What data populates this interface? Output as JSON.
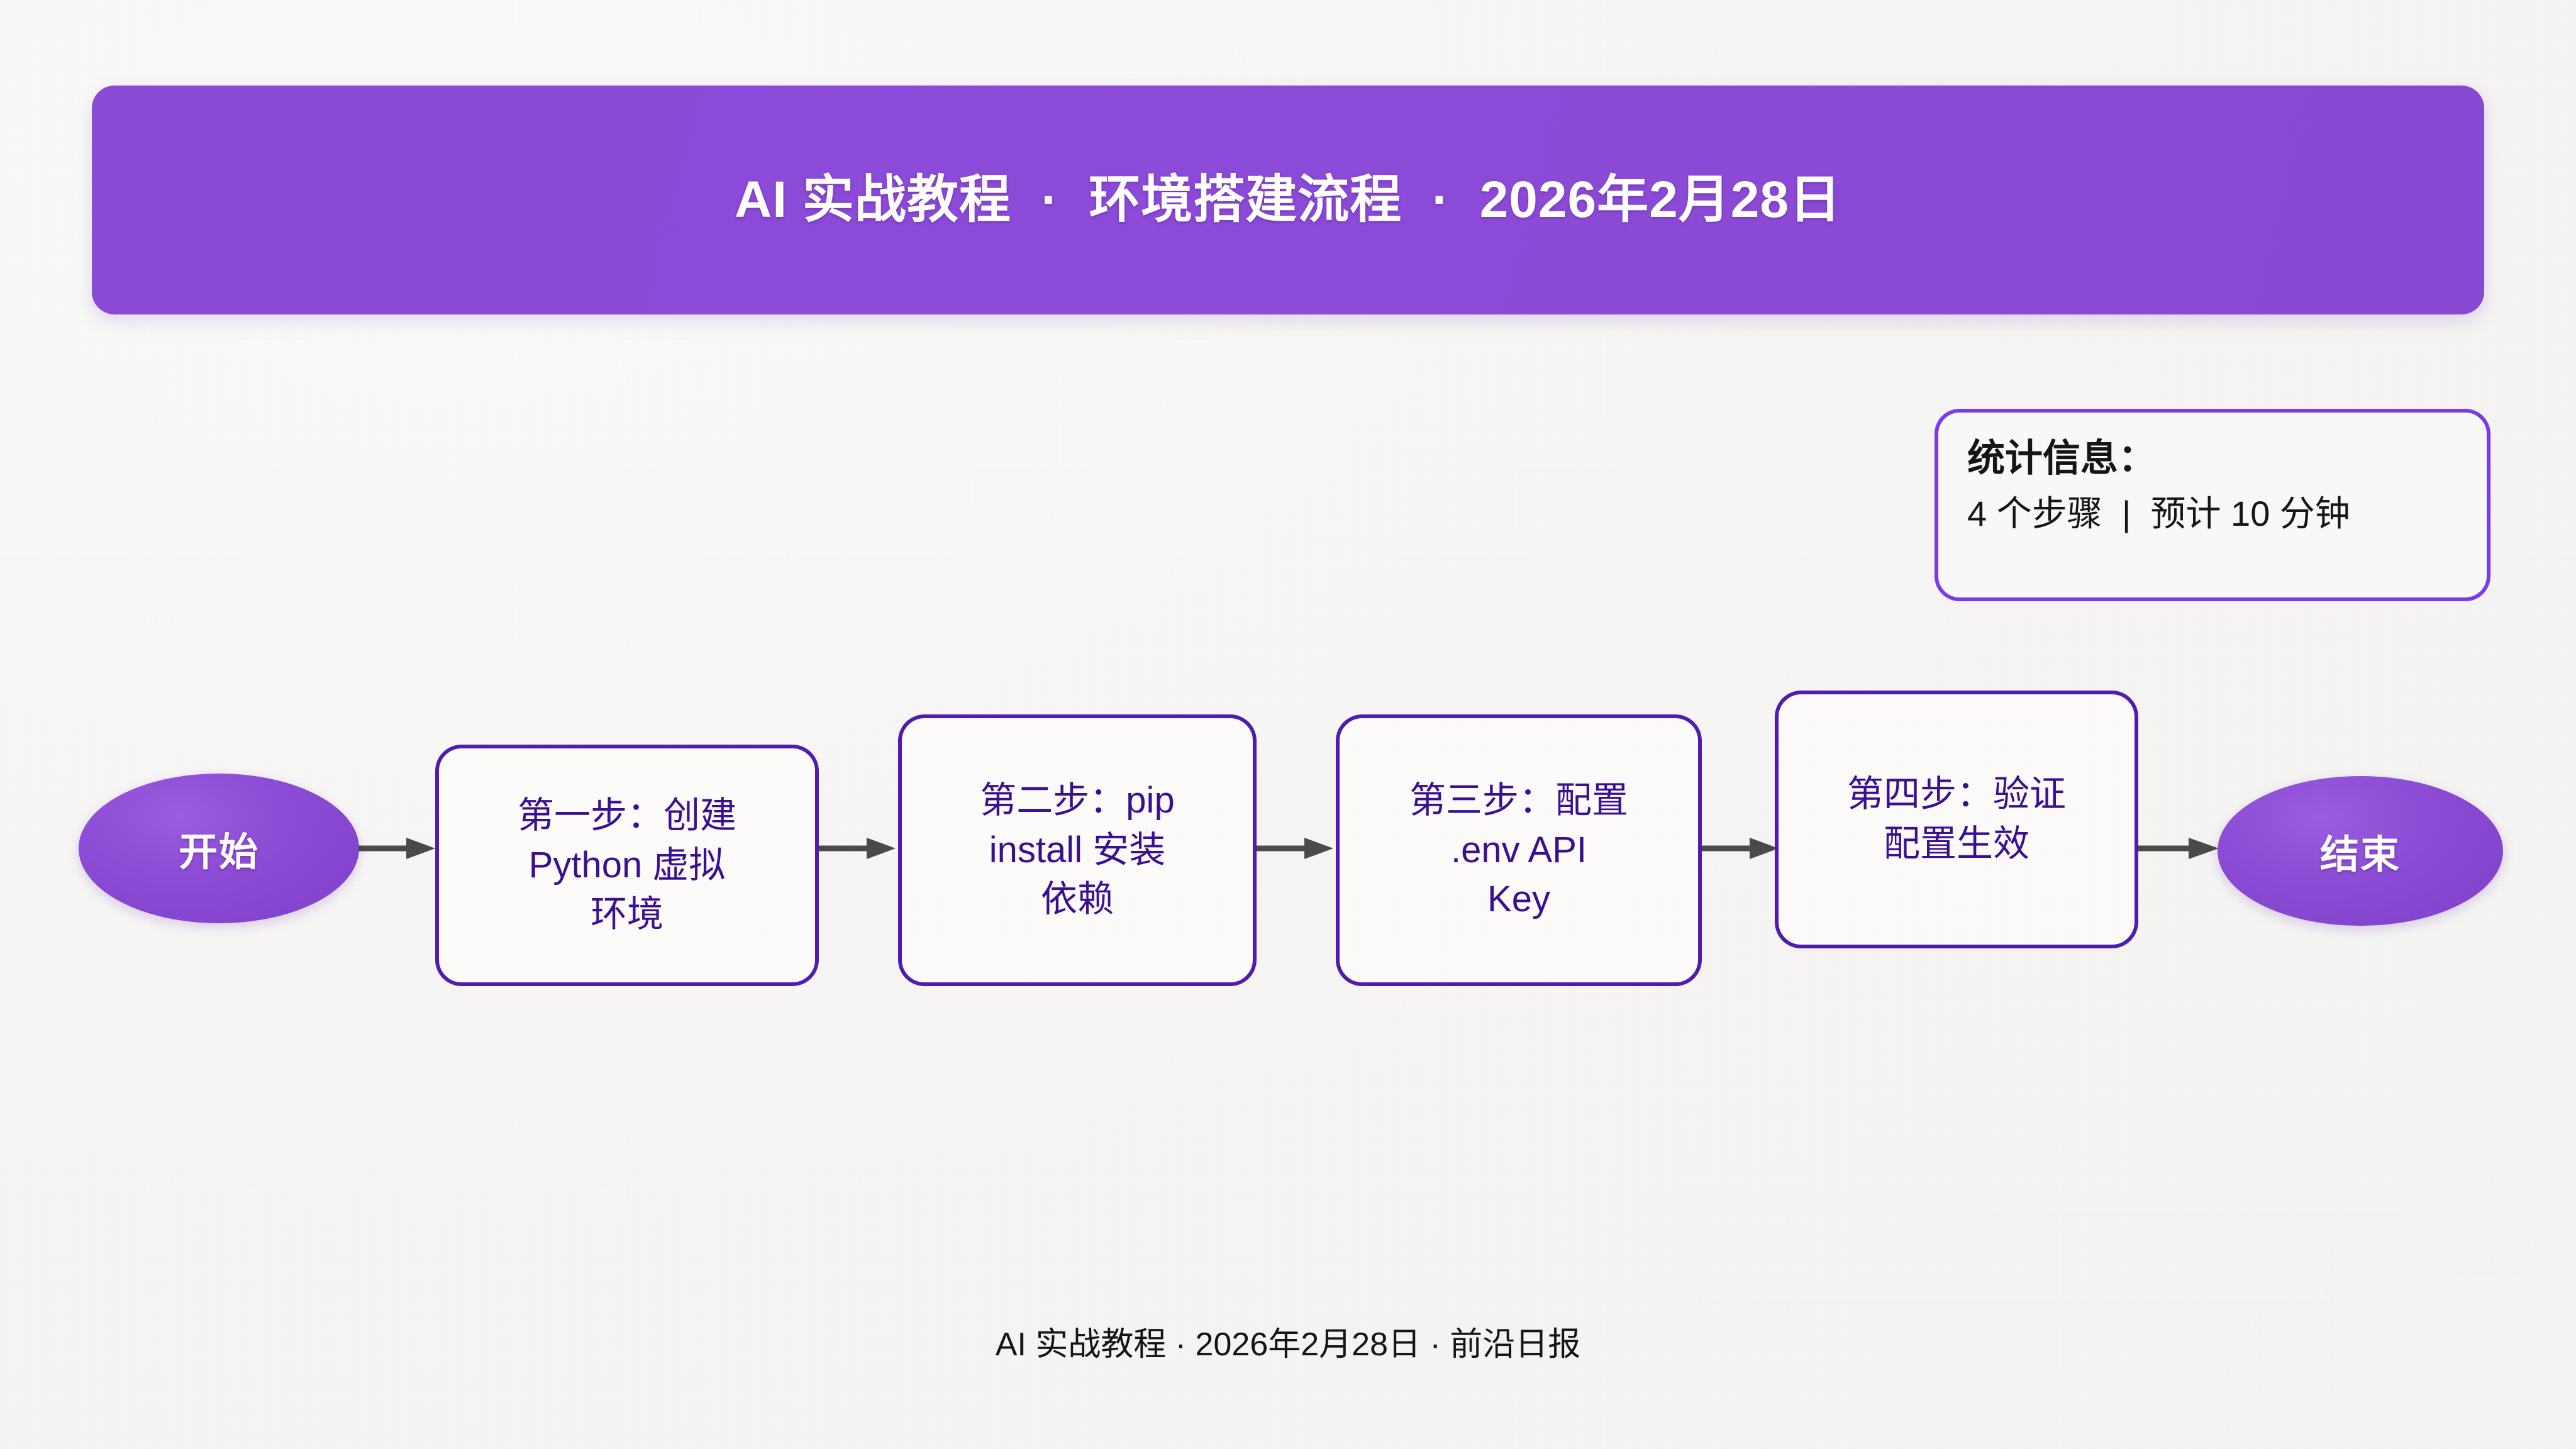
{
  "header": {
    "title": "AI 实战教程  ·  环境搭建流程  ·  2026年2月28日",
    "background_color": "#8b4ad6",
    "text_color": "#ffffff"
  },
  "stats": {
    "title": "统计信息：",
    "summary": "4 个步骤  |  预计 10 分钟",
    "step_count": "4",
    "duration": "10 分钟",
    "border_color": "#7c3aed"
  },
  "flow": {
    "accent_color": "#4f1bb0",
    "terminal_fill": "#8a4ad4",
    "arrow_color": "#4a4a4a",
    "nodes": [
      {
        "id": "start",
        "shape": "ellipse",
        "label": "开始"
      },
      {
        "id": "step1",
        "shape": "rounded-rect",
        "label": "第一步：创建\nPython 虚拟\n环境"
      },
      {
        "id": "step2",
        "shape": "rounded-rect",
        "label": "第二步：pip\ninstall 安装\n依赖"
      },
      {
        "id": "step3",
        "shape": "rounded-rect",
        "label": "第三步：配置\n.env API\nKey"
      },
      {
        "id": "step4",
        "shape": "rounded-rect",
        "label": "第四步：验证\n配置生效"
      },
      {
        "id": "end",
        "shape": "ellipse",
        "label": "结束"
      }
    ],
    "edges": [
      {
        "from": "start",
        "to": "step1"
      },
      {
        "from": "step1",
        "to": "step2"
      },
      {
        "from": "step2",
        "to": "step3"
      },
      {
        "from": "step3",
        "to": "step4"
      },
      {
        "from": "step4",
        "to": "end"
      }
    ]
  },
  "footer": {
    "text": "AI 实战教程 · 2026年2月28日 · 前沿日报"
  }
}
